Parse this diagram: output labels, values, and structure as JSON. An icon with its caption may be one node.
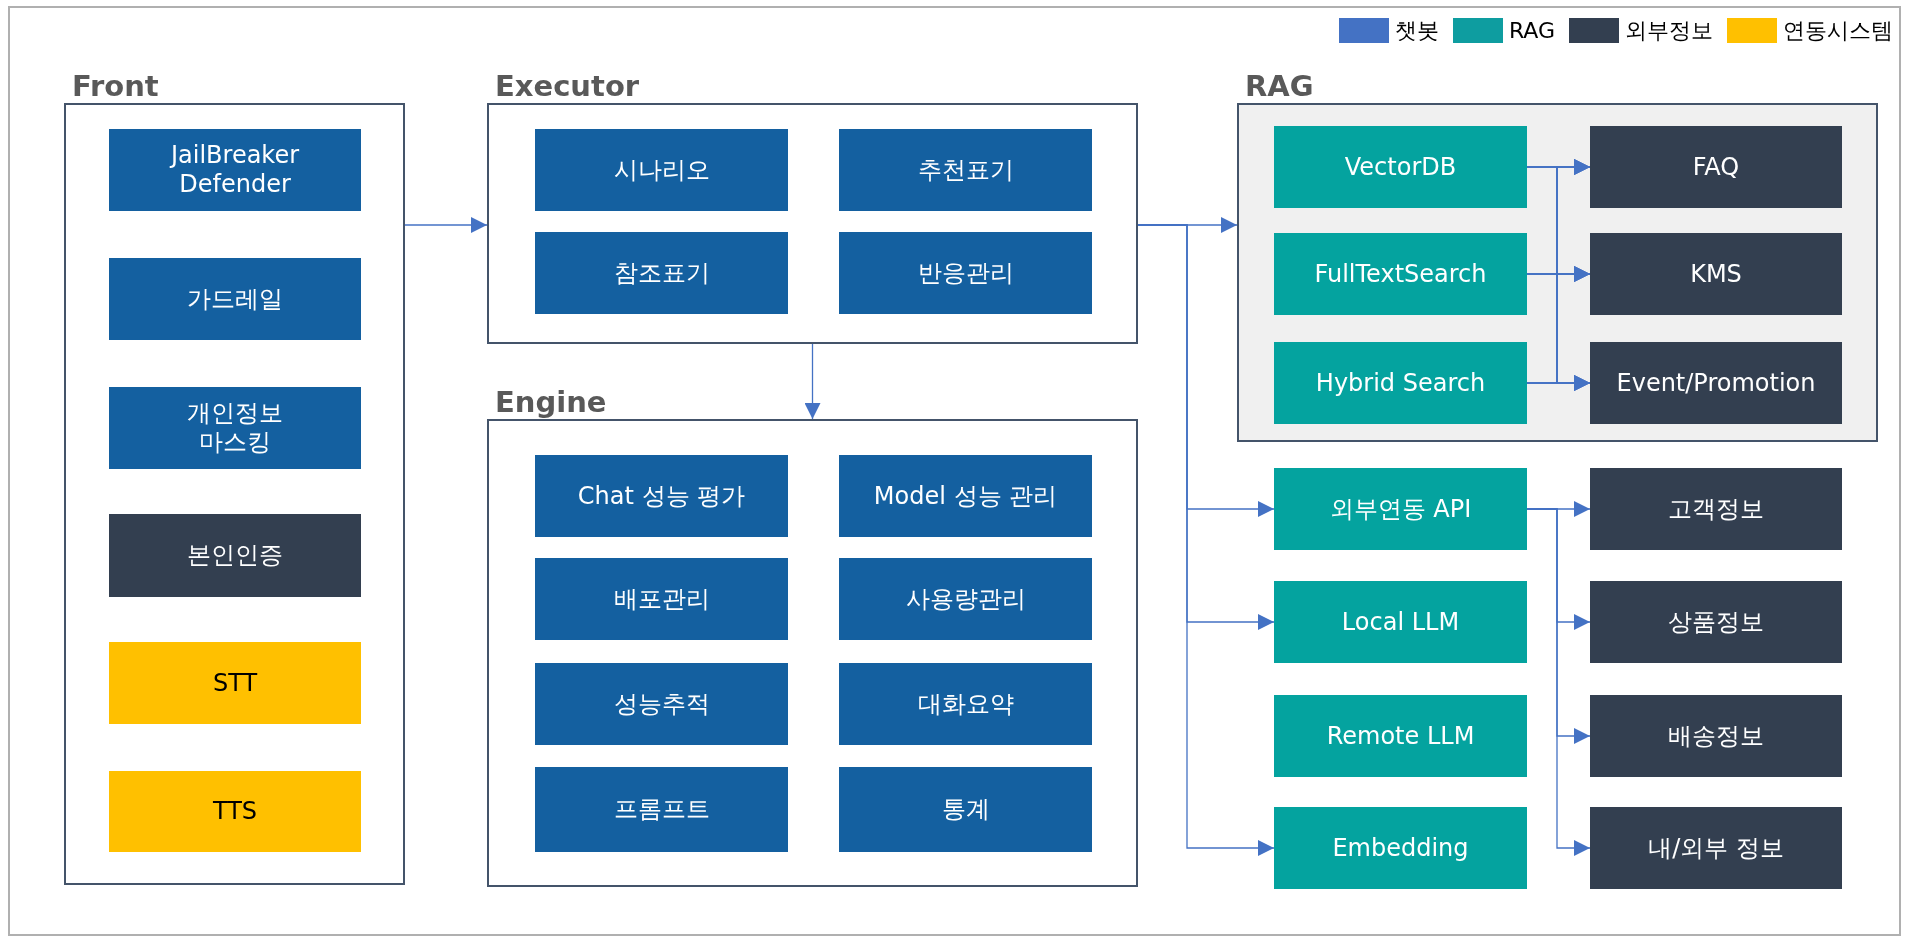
{
  "diagram": {
    "nodes": [
      {
        "text": [
          "Front"
        ]
      },
      {
        "text": [
          "JailBreaker Defender"
        ],
        "in": 0
      },
      {
        "text": [
          "가드레일"
        ],
        "in": 0
      },
      {
        "text": [
          "개인정보 마스킹"
        ],
        "in": 0
      },
      {
        "text": [
          "본인인증"
        ],
        "in": 0
      },
      {
        "text": [
          "STT"
        ],
        "in": 0
      },
      {
        "text": [
          "TTS"
        ],
        "in": 0
      },
      {
        "text": [
          "Executor"
        ]
      },
      {
        "text": [
          "시나리오"
        ],
        "in": 7
      },
      {
        "text": [
          "추천표기"
        ],
        "in": 7
      },
      {
        "text": [
          "참조표기"
        ],
        "in": 7
      },
      {
        "text": [
          "반응관리"
        ],
        "in": 7
      },
      {
        "text": [
          "Engine"
        ]
      },
      {
        "text": [
          "Chat 성능 평가"
        ],
        "in": 12
      },
      {
        "text": [
          "Model 성능 관리"
        ],
        "in": 12
      },
      {
        "text": [
          "배포관리"
        ],
        "in": 12
      },
      {
        "text": [
          "사용량관리"
        ],
        "in": 12
      },
      {
        "text": [
          "성능추적"
        ],
        "in": 12
      },
      {
        "text": [
          "대화요약"
        ],
        "in": 12
      },
      {
        "text": [
          "프롬프트"
        ],
        "in": 12
      },
      {
        "text": [
          "통계"
        ],
        "in": 12
      },
      {
        "text": [
          "RAG"
        ]
      },
      {
        "text": [
          "VectorDB"
        ],
        "in": 21
      },
      {
        "text": [
          "FullTextSearch"
        ],
        "in": 21
      },
      {
        "text": [
          "Hybrid Search"
        ],
        "in": 21
      },
      {
        "text": [
          "FAQ"
        ],
        "in": 21
      },
      {
        "text": [
          "KMS"
        ],
        "in": 21
      },
      {
        "text": [
          "Event/Promotion"
        ],
        "in": 21
      },
      {
        "text": [
          "외부연동 API"
        ]
      },
      {
        "text": [
          "Local LLM"
        ]
      },
      {
        "text": [
          "Remote LLM"
        ]
      },
      {
        "text": [
          "Embedding"
        ]
      },
      {
        "text": [
          "고객정보"
        ]
      },
      {
        "text": [
          "상품정보"
        ]
      },
      {
        "text": [
          "배송정보"
        ]
      },
      {
        "text": [
          "내/외부 정보"
        ]
      }
    ],
    "edges": [
      {
        "from": 0,
        "to": 7,
        "arrow": "to"
      },
      {
        "from": 7,
        "to": 12,
        "arrow": "to"
      },
      {
        "from": 7,
        "to": 21,
        "arrow": "to"
      },
      {
        "from": 7,
        "to": 28,
        "arrow": "to"
      },
      {
        "from": 7,
        "to": 29,
        "arrow": "to"
      },
      {
        "from": 7,
        "to": 31,
        "arrow": "to"
      },
      {
        "from": 22,
        "to": 25,
        "arrow": "to"
      },
      {
        "from": 22,
        "to": 26,
        "arrow": "to"
      },
      {
        "from": 22,
        "to": 27,
        "arrow": "to"
      },
      {
        "from": 23,
        "to": 25,
        "arrow": "to"
      },
      {
        "from": 23,
        "to": 26,
        "arrow": "to"
      },
      {
        "from": 23,
        "to": 27,
        "arrow": "to"
      },
      {
        "from": 24,
        "to": 25,
        "arrow": "to"
      },
      {
        "from": 24,
        "to": 26,
        "arrow": "to"
      },
      {
        "from": 24,
        "to": 27,
        "arrow": "to"
      },
      {
        "from": 28,
        "to": 32,
        "arrow": "to"
      },
      {
        "from": 28,
        "to": 33,
        "arrow": "to"
      },
      {
        "from": 28,
        "to": 34,
        "arrow": "to"
      },
      {
        "from": 28,
        "to": 35,
        "arrow": "to"
      }
    ],
    "legend": [
      {
        "text": "챗봇",
        "color": "#4472c4"
      },
      {
        "text": "RAG",
        "color": "#0e9da0"
      },
      {
        "text": "외부정보",
        "color": "#333f50"
      },
      {
        "text": "연동시스템",
        "color": "#ffc000"
      }
    ]
  }
}
